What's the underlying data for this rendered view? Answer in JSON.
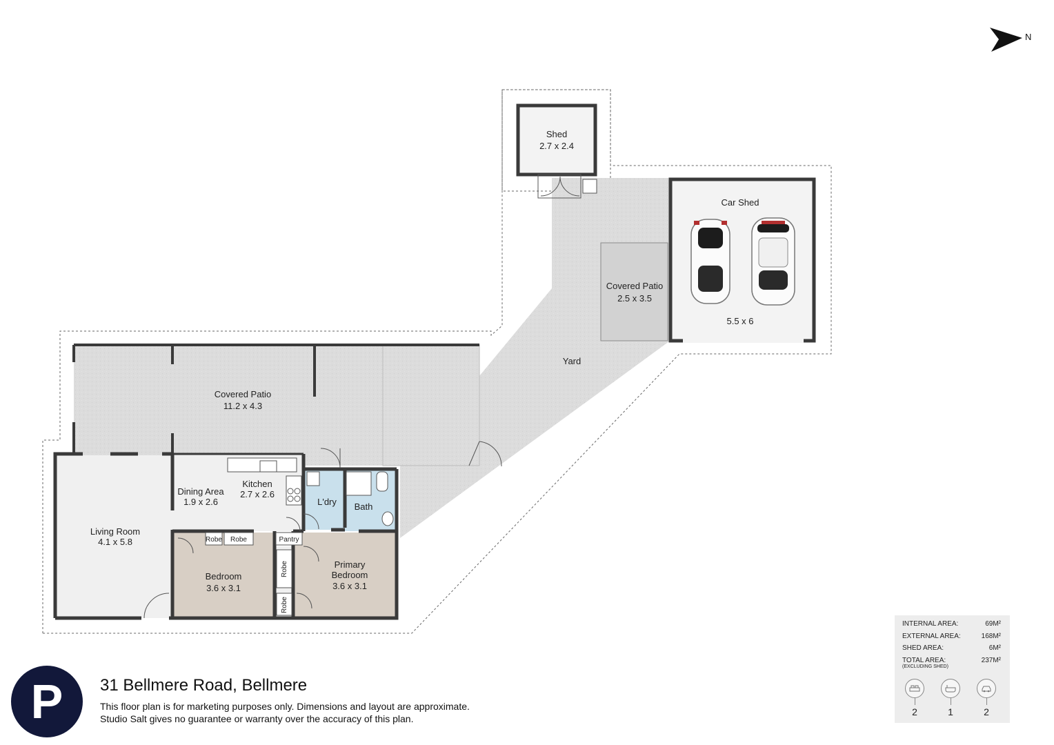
{
  "compass": {
    "label": "N"
  },
  "rooms": {
    "shed": {
      "name": "Shed",
      "dims": "2.7 x 2.4"
    },
    "car_shed": {
      "name": "Car Shed",
      "dims": "5.5 x 6"
    },
    "covered_patio_small": {
      "name": "Covered Patio",
      "dims": "2.5 x 3.5"
    },
    "yard": {
      "name": "Yard"
    },
    "covered_patio_large": {
      "name": "Covered Patio",
      "dims": "11.2 x 4.3"
    },
    "living_room": {
      "name": "Living Room",
      "dims": "4.1 x 5.8"
    },
    "dining_area": {
      "name": "Dining Area",
      "dims": "1.9 x 2.6"
    },
    "kitchen": {
      "name": "Kitchen",
      "dims": "2.7 x 2.6"
    },
    "laundry": {
      "name": "L'dry"
    },
    "bath": {
      "name": "Bath"
    },
    "bedroom": {
      "name": "Bedroom",
      "dims": "3.6 x 3.1"
    },
    "primary_bedroom": {
      "name_line1": "Primary",
      "name_line2": "Bedroom",
      "dims": "3.6 x 3.1"
    },
    "robe_1": {
      "name": "Robe"
    },
    "robe_2": {
      "name": "Robe"
    },
    "robe_3": {
      "name": "Robe"
    },
    "robe_4": {
      "name": "Robe"
    },
    "pantry": {
      "name": "Pantry"
    }
  },
  "colors": {
    "patio_fill": "#dcdcdc",
    "interior_fill": "#f0f0f0",
    "bedroom_fill": "#d8cfc5",
    "wet_fill": "#c9e0ec",
    "wall": "#3a3a3a",
    "logo_bg": "#12183a"
  },
  "footer": {
    "logo_letter": "P",
    "address": "31 Bellmere Road, Bellmere",
    "disclaimer_line1": "This floor plan is for marketing purposes only. Dimensions and layout are approximate.",
    "disclaimer_line2": "Studio Salt gives no guarantee or warranty over the accuracy of this plan."
  },
  "areas": {
    "internal_label": "INTERNAL AREA:",
    "internal_value": "69M²",
    "external_label": "EXTERNAL AREA:",
    "external_value": "168M²",
    "shed_label": "SHED AREA:",
    "shed_value": "6M²",
    "total_label": "TOTAL AREA:",
    "total_value": "237M²",
    "total_note": "(EXCLUDING SHED)"
  },
  "amenities": {
    "bedrooms": {
      "icon": "bed-icon",
      "count": "2"
    },
    "bathrooms": {
      "icon": "bath-icon",
      "count": "1"
    },
    "cars": {
      "icon": "car-icon",
      "count": "2"
    }
  }
}
